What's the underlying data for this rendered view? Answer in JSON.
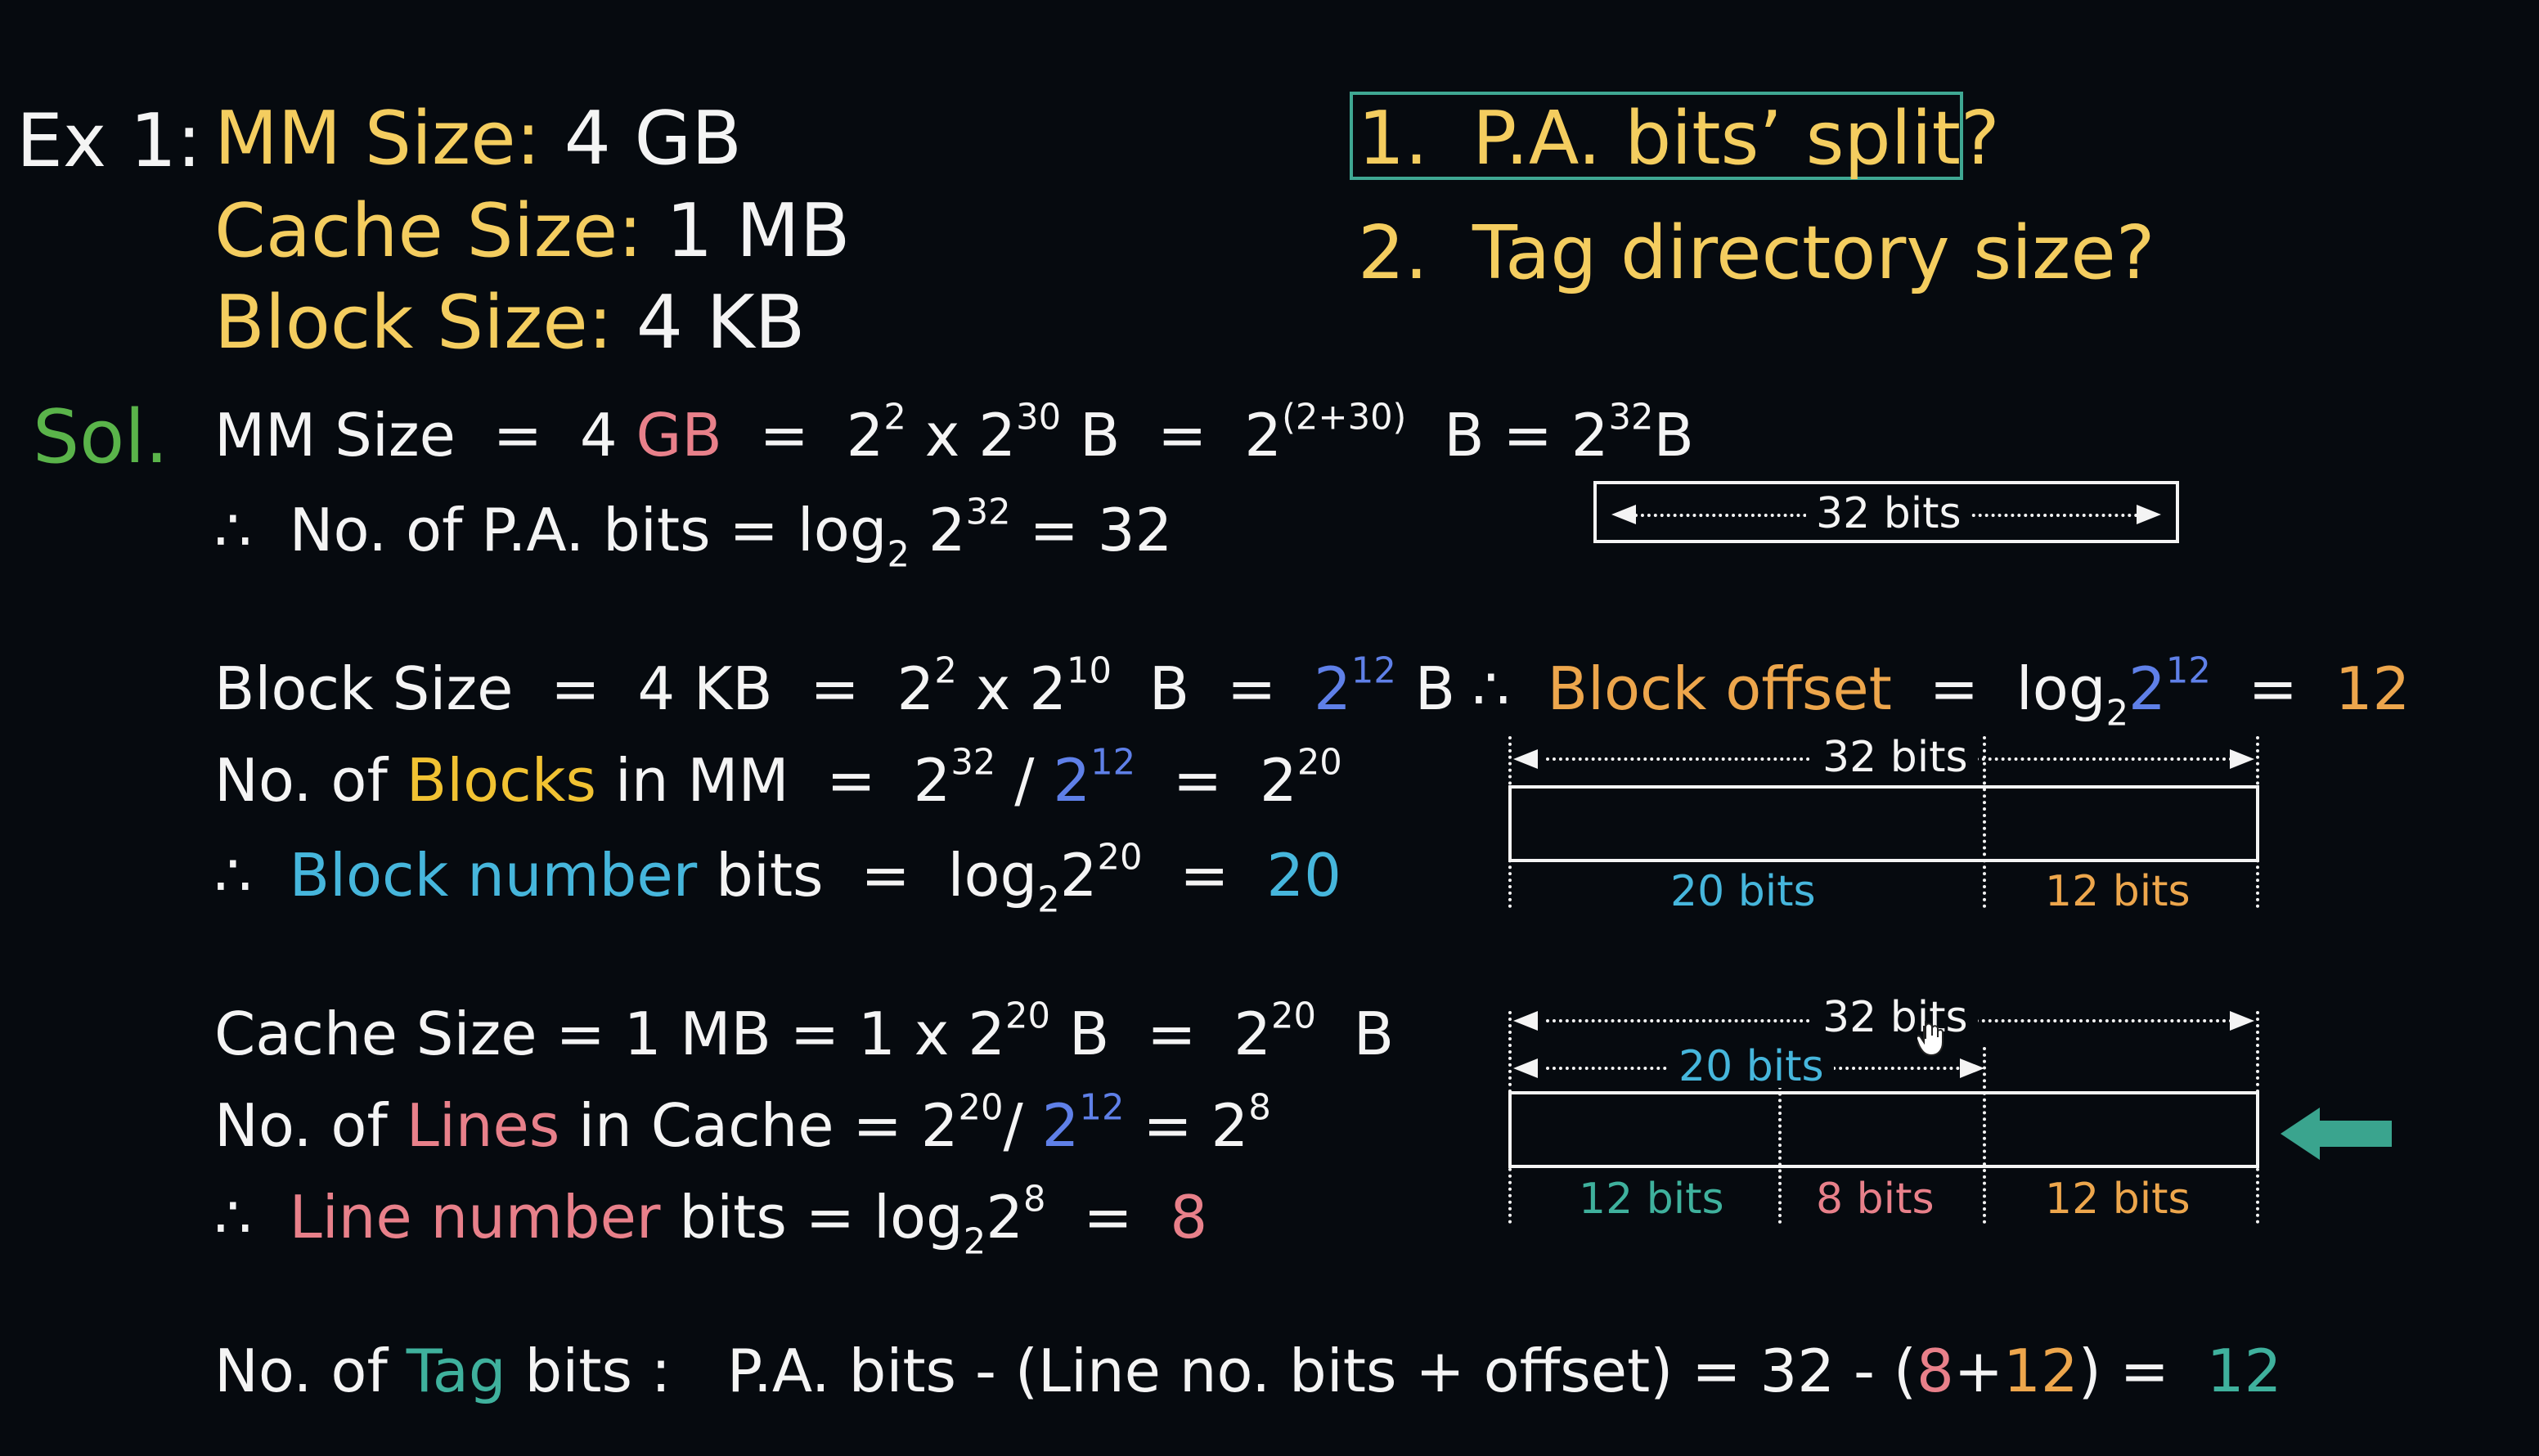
{
  "example": {
    "label": "Ex 1:",
    "mm_label": "MM Size:",
    "mm_value": "4 GB",
    "cache_label": "Cache Size:",
    "cache_value": "1 MB",
    "block_label": "Block Size:",
    "block_value": "4 KB"
  },
  "questions": [
    {
      "num": "1.",
      "text": "P.A. bits’ split?"
    },
    {
      "num": "2.",
      "text": "Tag directory size?"
    }
  ],
  "solution": {
    "sol_label": "Sol.",
    "mm": {
      "lhs": "MM Size",
      "eq": "=",
      "four": "4",
      "gb": "GB",
      "b": "B",
      "x": "x",
      "two": "2",
      "e2": "2",
      "e30": "30",
      "e_sum": "(2+30)",
      "e32": "32"
    },
    "pa": {
      "therefore": "∴",
      "text": "No. of P.A. bits = log",
      "two": "2",
      "e32": "32",
      "result": "= 32"
    },
    "block": {
      "lhs": "Block Size",
      "eq": "=",
      "four_kb": "4 KB",
      "two": "2",
      "x": "x",
      "e2": "2",
      "e10": "10",
      "e12": "12",
      "b": "B"
    },
    "blocks": {
      "no_of": "No. of",
      "blocks": "Blocks",
      "in_mm": "in MM",
      "eq": "=",
      "two": "2",
      "e32": "32",
      "slash": "/",
      "e12": "12",
      "e20": "20"
    },
    "block_number": {
      "therefore": "∴",
      "label": "Block number",
      "bits": "bits",
      "eq": "=",
      "log": "log",
      "two": "2",
      "e20": "20",
      "result": "20"
    },
    "cache": {
      "lhs": "Cache Size",
      "eq": "=",
      "one_mb": "1 MB",
      "one": "1",
      "x": "x",
      "two": "2",
      "e20": "20",
      "b": "B"
    },
    "lines": {
      "no_of": "No. of",
      "lines": "Lines",
      "in_cache": "in Cache",
      "eq": "=",
      "two": "2",
      "e20": "20",
      "slash": "/",
      "e12": "12",
      "e8": "8"
    },
    "line_number": {
      "therefore": "∴",
      "label": "Line number",
      "bits": "bits",
      "eq": "=",
      "log": "log",
      "two": "2",
      "e8": "8",
      "result": "8"
    },
    "block_offset": {
      "therefore": "∴",
      "label": "Block offset",
      "eq": "=",
      "log": "log",
      "two": "2",
      "e12": "12",
      "result": "12"
    },
    "tag": {
      "no_of": "No. of",
      "tag": "Tag",
      "bits": "bits :",
      "expr": "P.A. bits - (Line no. bits + offset) = 32 - (",
      "eight": "8",
      "plus": "+",
      "twelve": "12",
      "close": ") =",
      "result": "12"
    }
  },
  "diagrams": {
    "top": {
      "label": "32 bits"
    },
    "block": {
      "span": "32 bits",
      "left": "20 bits",
      "right": "12 bits"
    },
    "cache": {
      "span": "32 bits",
      "inner": "20 bits",
      "tag": "12 bits",
      "line": "8 bits",
      "offset": "12 bits"
    }
  },
  "colors": {
    "yellow": "#f4cd5f",
    "green": "#5ab44a",
    "pink": "#e8808a",
    "blue": "#5f80e8",
    "cyan": "#46b6dc",
    "gold": "#f1c232",
    "orange": "#eda64c",
    "teal": "#3fb19d",
    "arrow": "#3aa48e",
    "background": "#060a0f"
  }
}
